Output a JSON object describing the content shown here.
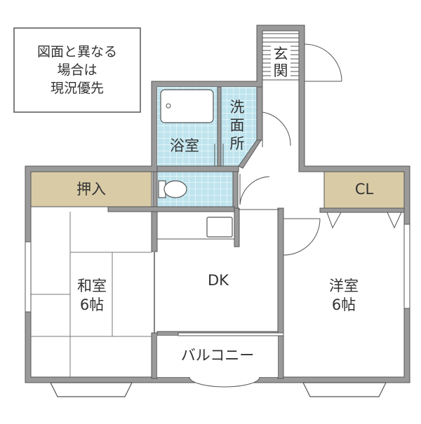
{
  "notice": {
    "lines": [
      "図面と異なる",
      "場合は",
      "現況優先"
    ]
  },
  "rooms": {
    "genkan": {
      "chars": [
        "玄",
        "関"
      ]
    },
    "senmen": {
      "chars": [
        "洗",
        "面",
        "所"
      ]
    },
    "yokushitsu": {
      "label": "浴室"
    },
    "oshiire": {
      "label": "押入"
    },
    "cl": {
      "label": "CL"
    },
    "washitsu": {
      "name": "和室",
      "size": "6帖"
    },
    "dk": {
      "label": "DK"
    },
    "youshitsu": {
      "name": "洋室",
      "size": "6帖"
    },
    "balcony": {
      "label": "バルコニー"
    }
  },
  "colors": {
    "wall": "#9a9a9a",
    "wall_edge": "#555555",
    "bath_tile": "#bfe4ee",
    "storage": "#d9cba6",
    "line": "#555555"
  }
}
